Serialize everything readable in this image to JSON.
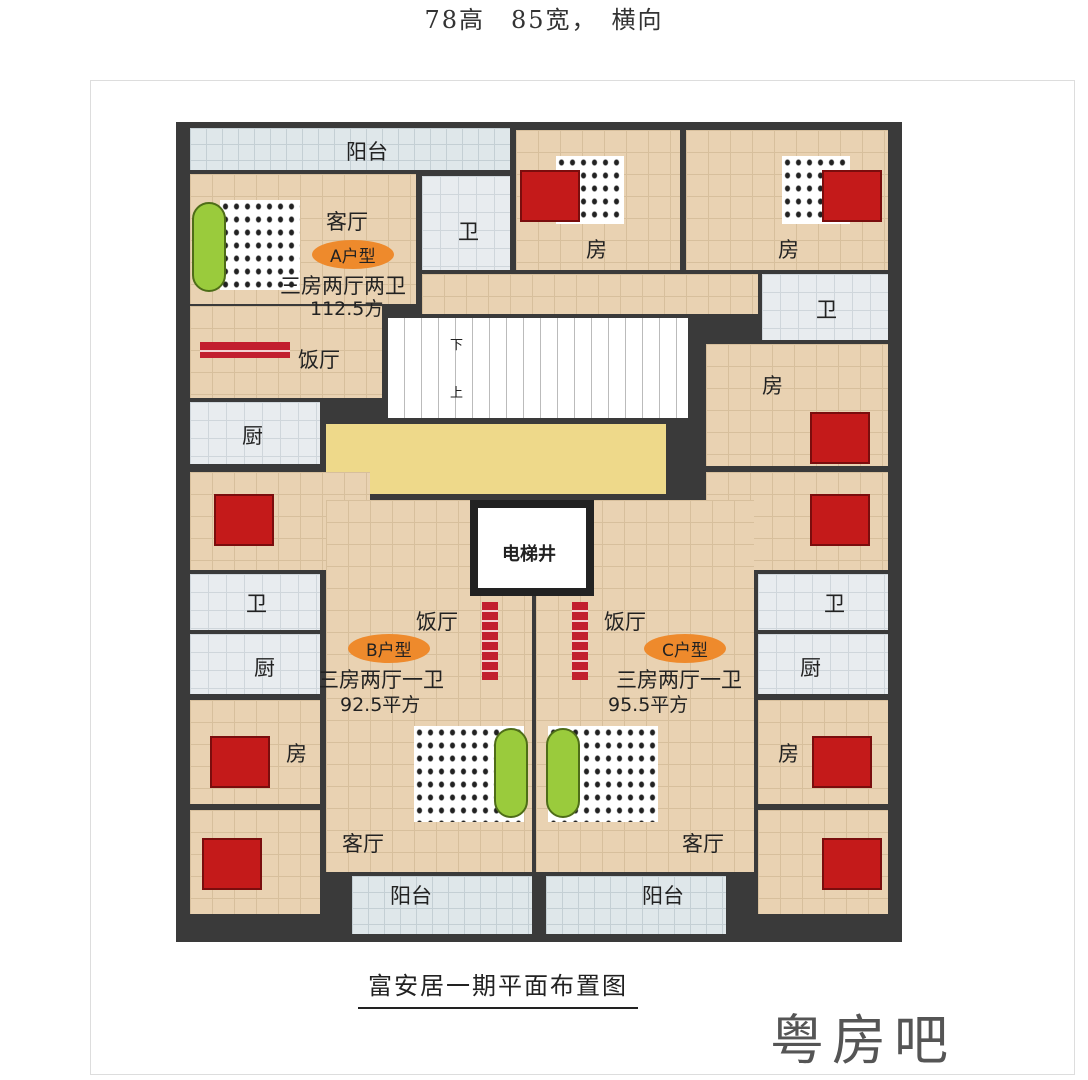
{
  "header": "78高　85宽，　横向",
  "plan_title": "富安居一期平面布置图",
  "watermark": "粤房吧",
  "elevator": "电梯井",
  "stairs": {
    "down": "下",
    "up": "上"
  },
  "units": {
    "A": {
      "tag": "A户型",
      "layout": "三房两厅两卫",
      "area": "112.5方"
    },
    "B": {
      "tag": "B户型",
      "layout": "三房两厅一卫",
      "area": "92.5平方"
    },
    "C": {
      "tag": "C户型",
      "layout": "三房两厅一卫",
      "area": "95.5平方"
    }
  },
  "rooms": {
    "balcony": "阳台",
    "living": "客厅",
    "dining": "饭厅",
    "bath": "卫",
    "kitchen": "厨",
    "bedroom": "房"
  }
}
